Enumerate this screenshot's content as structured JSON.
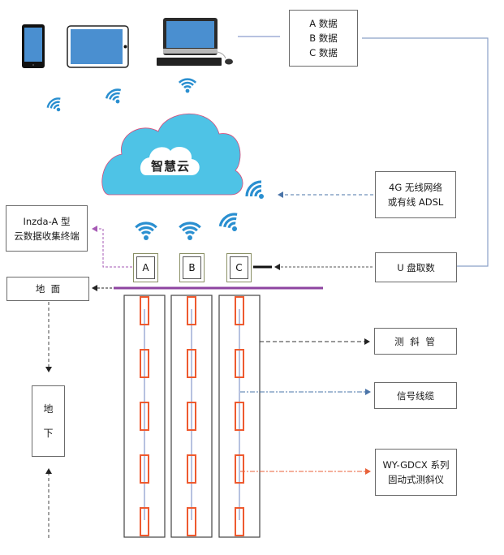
{
  "devices": [
    {
      "name": "smartphone",
      "icon": "smartphone-icon"
    },
    {
      "name": "tablet",
      "icon": "tablet-icon"
    },
    {
      "name": "desktop-computer",
      "icon": "desktop-computer-icon"
    }
  ],
  "cloud": {
    "label": "智慧云",
    "color": "#4ec3e6"
  },
  "data_box": {
    "lines": [
      "A  数据",
      "B  数据",
      "C  数据"
    ]
  },
  "network_box": {
    "lines": [
      "4G 无线网络",
      "或有线 ADSL"
    ]
  },
  "terminal_box": {
    "lines": [
      "Inzda-A 型",
      "云数据收集终端"
    ]
  },
  "usb_box": {
    "label": "U 盘取数"
  },
  "ground_box": {
    "label": "地  面"
  },
  "underground_box": {
    "lines": [
      "地",
      "下"
    ]
  },
  "loggers": [
    {
      "label": "A"
    },
    {
      "label": "B"
    },
    {
      "label": "C"
    }
  ],
  "legend_items": [
    {
      "label": "测 斜 管",
      "color": "#333333"
    },
    {
      "label": "信号线缆",
      "color": "#4a74a8"
    },
    {
      "lines": [
        "WY-GDCX 系列",
        "固动式测斜仪"
      ],
      "color": "#e8623a"
    }
  ],
  "colors": {
    "wifi": "#2a8fd0",
    "ground_line": "#8e44a0",
    "sensor": "#ee5a2f",
    "cable": "#6f86c0",
    "connector": "#8ba0c8",
    "terminal_arrow": "#a65ab5"
  },
  "sensors_per_tube": 5
}
